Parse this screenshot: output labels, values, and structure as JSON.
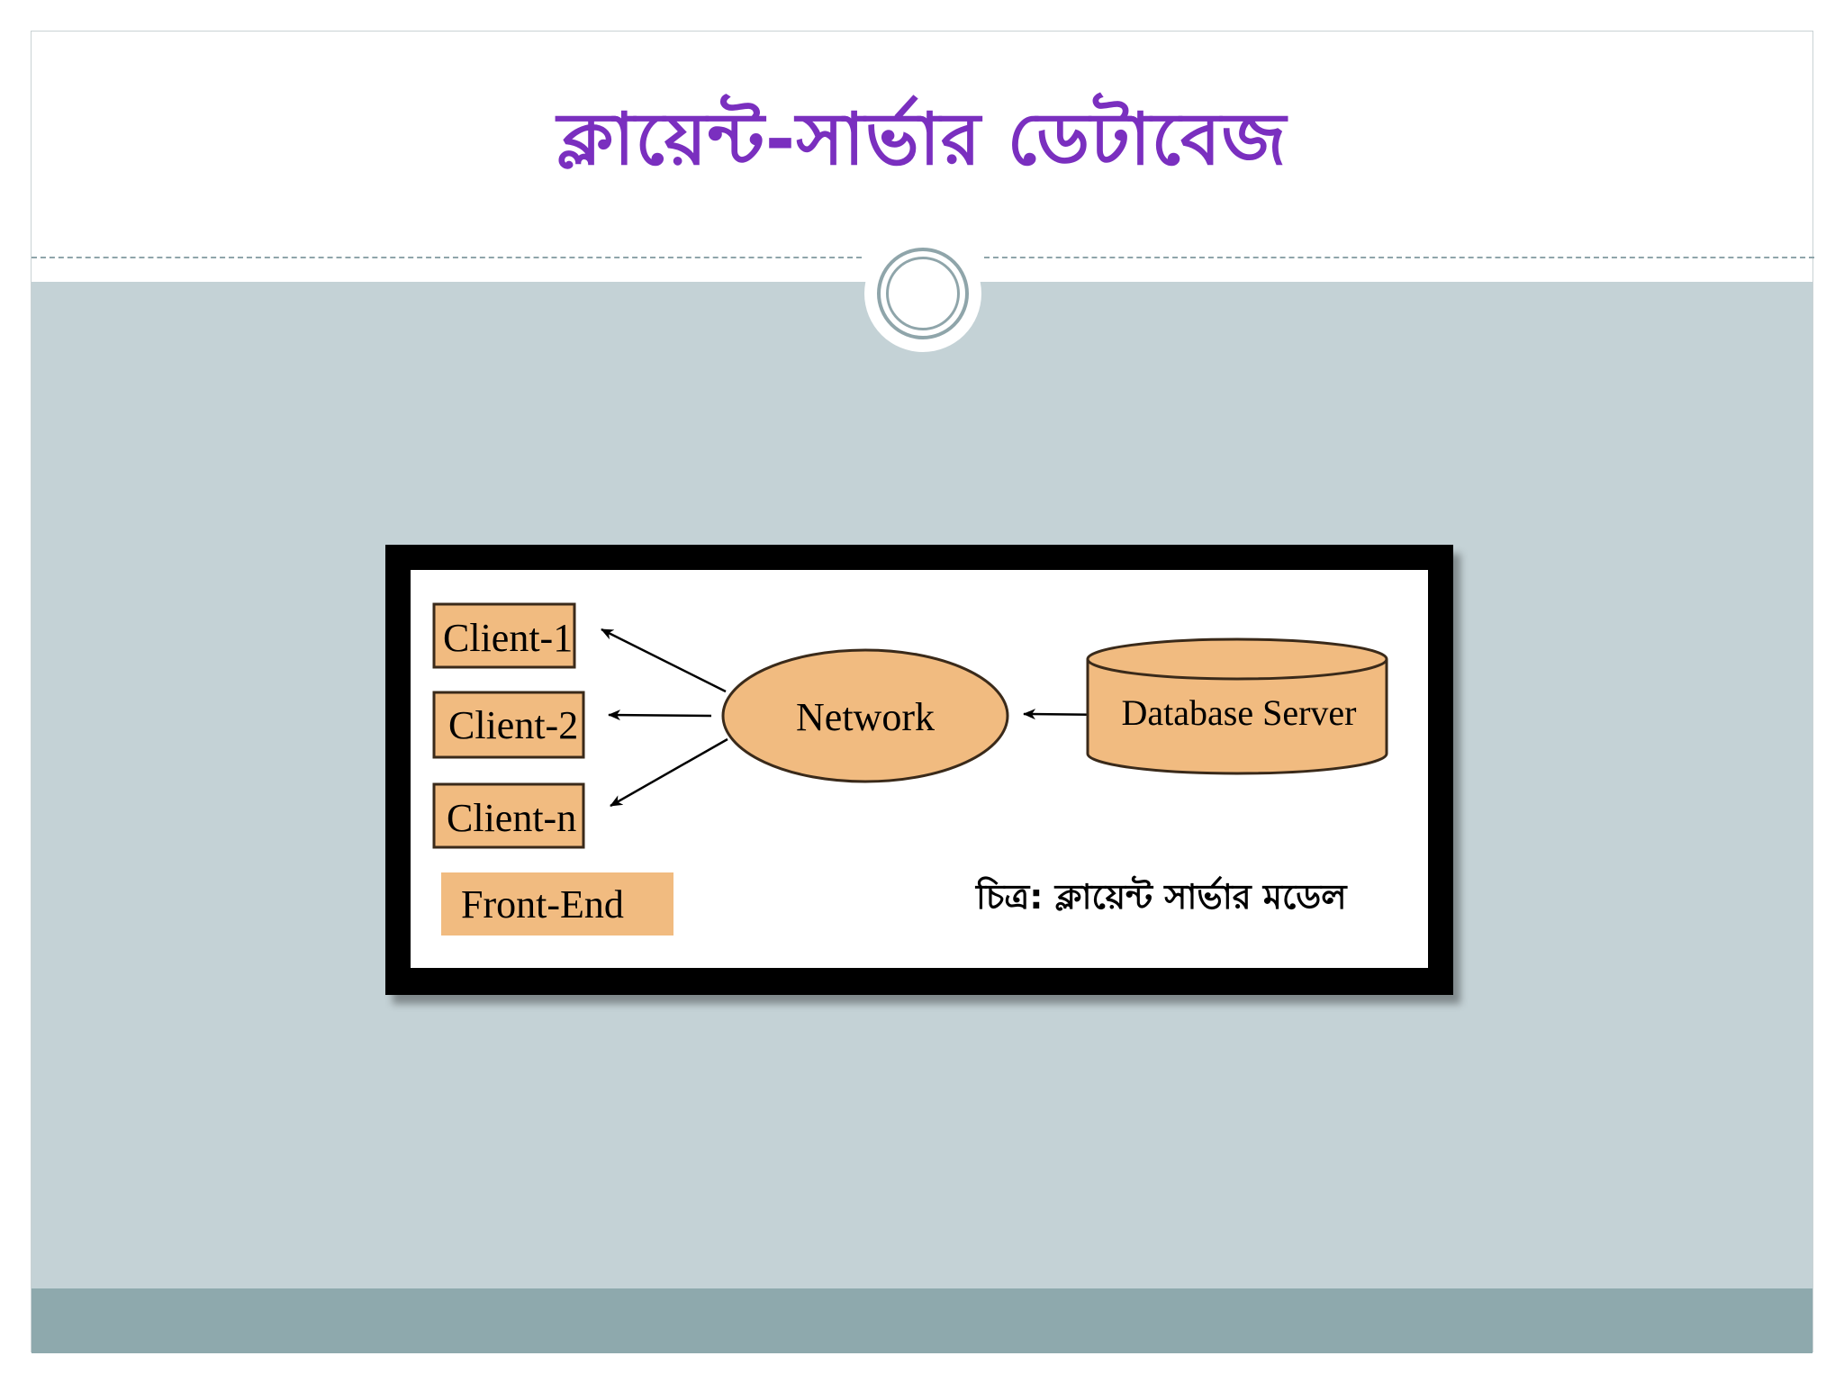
{
  "slide": {
    "title": "ক্লায়েন্ট-সার্ভার ডেটাবেজ",
    "accent_color": "#7a2fbf",
    "body_color": "#c4d2d6",
    "footer_color": "#8ea9ad"
  },
  "diagram": {
    "nodes": {
      "client_1": "Client-1",
      "client_2": "Client-2",
      "client_n": "Client-n",
      "front_end": "Front-End",
      "network": "Network",
      "database_server": "Database Server"
    },
    "caption": "চিত্র: ক্লায়েন্ট সার্ভার মডেল",
    "node_fill": "#f1bb80",
    "edges": [
      {
        "from": "Database Server",
        "to": "Network"
      },
      {
        "from": "Network",
        "to": "Client-1"
      },
      {
        "from": "Network",
        "to": "Client-2"
      },
      {
        "from": "Network",
        "to": "Client-n"
      }
    ]
  }
}
